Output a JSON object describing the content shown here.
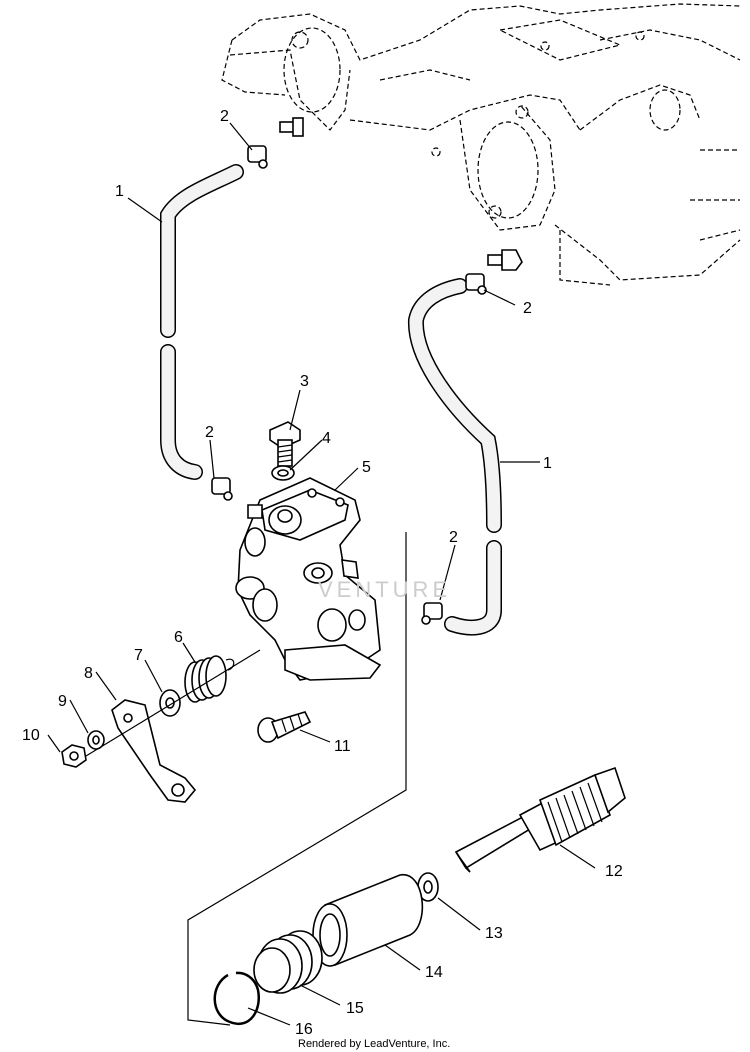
{
  "callouts": {
    "c1_left": "1",
    "c2_top": "2",
    "c2_right_top": "2",
    "c1_right": "1",
    "c3": "3",
    "c4": "4",
    "c5": "5",
    "c2_left_mid": "2",
    "c2_right_mid": "2",
    "c6": "6",
    "c7": "7",
    "c8": "8",
    "c9": "9",
    "c10": "10",
    "c11": "11",
    "c12": "12",
    "c13": "13",
    "c14": "14",
    "c15": "15",
    "c16": "16"
  },
  "watermark": "VENTURE",
  "footer": "Rendered by LeadVenture, Inc."
}
